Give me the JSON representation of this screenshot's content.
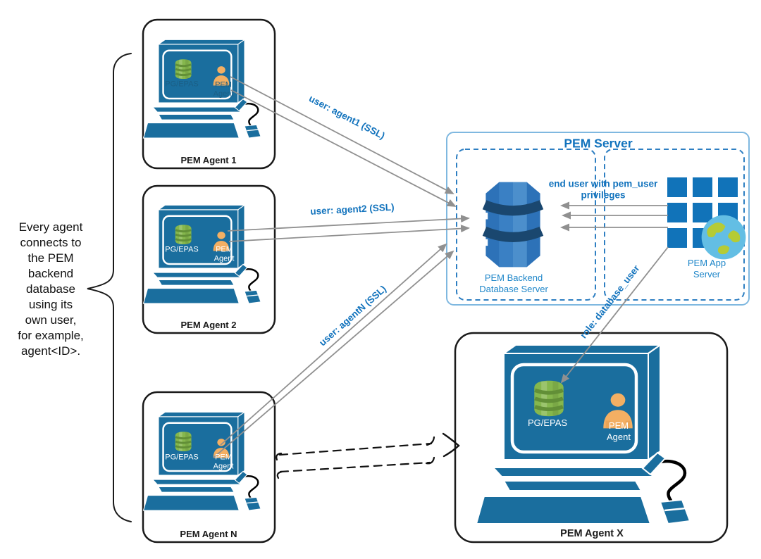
{
  "left_note": "Every agent\nconnects to\nthe PEM\nbackend\ndatabase\nusing its\nown user,\nfor example,\nagent<ID>.",
  "agents": [
    {
      "label": "PEM Agent 1",
      "screen_db": "PG/EPAS",
      "screen_agent": "PEM\nAgent"
    },
    {
      "label": "PEM Agent 2",
      "screen_db": "PG/EPAS",
      "screen_agent": "PEM\nAgent"
    },
    {
      "label": "PEM Agent N",
      "screen_db": "PG/EPAS",
      "screen_agent": "PEM\nAgent"
    },
    {
      "label": "PEM Agent X",
      "screen_db": "PG/EPAS",
      "screen_agent": "PEM\nAgent"
    }
  ],
  "server": {
    "title": "PEM Server",
    "backend_label": "PEM Backend\nDatabase Server",
    "app_label": "PEM App Server",
    "end_user_note": "end user with pem_user\nprivileges"
  },
  "connections": {
    "agent1_label": "user: agent1 (SSL)",
    "agent2_label": "user: agent2 (SSL)",
    "agentN_label": "user: agentN (SSL)",
    "role_label": "role: database_user"
  },
  "icons": {
    "backend_database": "database-icon",
    "app_server": "grid-icon",
    "globe": "globe-icon",
    "pg_epas": "database-icon",
    "pem_agent_user": "person-icon",
    "workstation": "computer-icon"
  },
  "colors": {
    "computer_blue": "#1A6E9E",
    "text_blue": "#1273BD",
    "caption_blue": "#1E86C9",
    "db_blue": "#2D72B8",
    "db_blue_dark": "#1A476F",
    "grid_blue": "#1173B9",
    "globe_blue": "#63BEE4",
    "globe_land": "#B5CB35",
    "green": "#85B74D",
    "green_dark": "#628F37",
    "orange": "#F3AF63",
    "arrow_gray": "#909090",
    "server_border": "#7FB8E0",
    "dashed_border": "#2E7FC2",
    "box_label_dark": "#1A1A1A"
  }
}
